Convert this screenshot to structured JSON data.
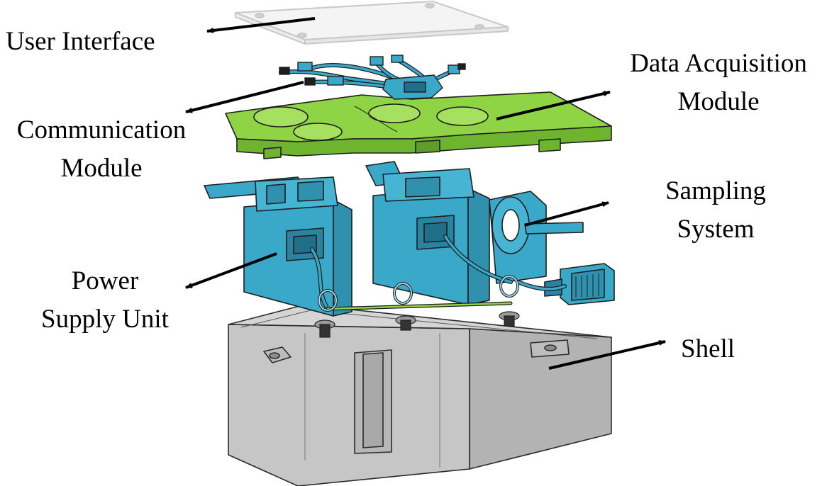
{
  "labels": {
    "user_interface": "User Interface",
    "communication": [
      "Communication",
      "Module"
    ],
    "data_acquisition": [
      "Data Acquisition",
      "Module"
    ],
    "sampling": [
      "Sampling",
      "System"
    ],
    "power": [
      "Power",
      "Supply Unit"
    ],
    "shell": "Shell"
  },
  "colors": {
    "blue": "#3aa9c9",
    "green": "#8fd444",
    "gray": "#c3c3c3",
    "outline": "#2b2b2b",
    "arrow": "#000000"
  }
}
